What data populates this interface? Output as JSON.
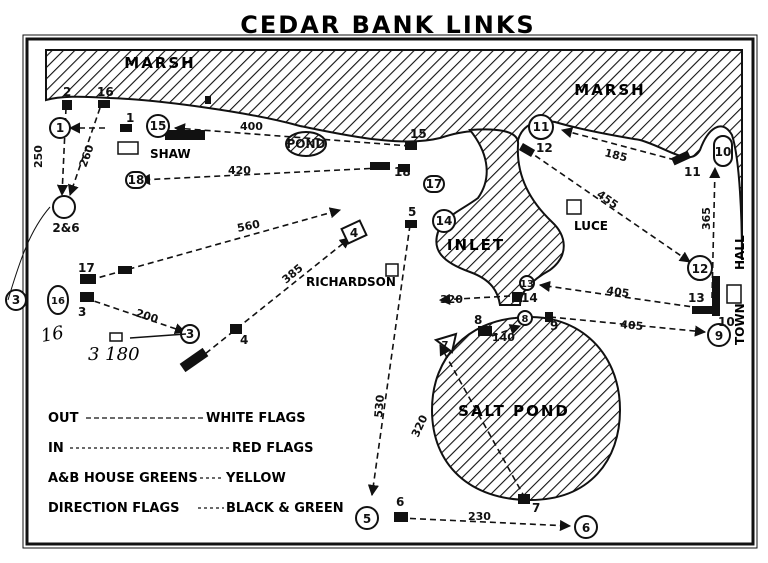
{
  "title": "CEDAR BANK LINKS",
  "areas": {
    "marsh_left": "MARSH",
    "marsh_right": "MARSH",
    "inlet": "INLET",
    "salt_pond": "SALT POND",
    "pond": "POND",
    "shaw": "SHAW",
    "luce": "LUCE",
    "richardson": "RICHARDSON",
    "town": "TOWN",
    "hall": "HALL"
  },
  "distances": {
    "d400": "400",
    "d420": "420",
    "d560": "560",
    "d385": "385",
    "d200": "200",
    "d250": "250",
    "d260": "260",
    "d185": "185",
    "d455": "455",
    "d365": "365",
    "d405a": "405",
    "d405b": "405",
    "d320": "320",
    "d140": "140",
    "d530": "530",
    "d320b": "320",
    "d230": "230"
  },
  "markers": {
    "tee2": "2",
    "tee16": "16",
    "tee1": "1",
    "tee15": "15",
    "tee18": "18",
    "tee17": "17",
    "tee3": "3",
    "tee4": "4",
    "tee5": "5",
    "tee14": "14",
    "tee13": "13",
    "tee8": "8",
    "tee9": "9",
    "tee12": "12",
    "tee11": "11",
    "tee10": "10",
    "tee6": "6",
    "tee7": "7",
    "g1": "1",
    "g15": "15",
    "g18": "18",
    "g17": "17",
    "g2and16": "2&6",
    "g16": "16",
    "g3": "3",
    "g4": "4",
    "g14": "14",
    "g12": "12",
    "g11": "11",
    "g10": "10",
    "g9": "9",
    "g5": "5",
    "g6": "6",
    "g7": "7",
    "g13": "13",
    "g8": "8",
    "g3edge": "3"
  },
  "handwritten": {
    "h_16": "16",
    "h_3_180": "3   180"
  },
  "legend": {
    "out_label": "OUT",
    "out_value": "WHITE FLAGS",
    "in_label": "IN",
    "in_value": "RED FLAGS",
    "house_label": "A&B HOUSE GREENS",
    "house_value": "YELLOW",
    "dir_label": "DIRECTION FLAGS",
    "dir_value": "BLACK & GREEN"
  },
  "colors": {
    "ink": "#111111",
    "paper": "#ffffff"
  }
}
